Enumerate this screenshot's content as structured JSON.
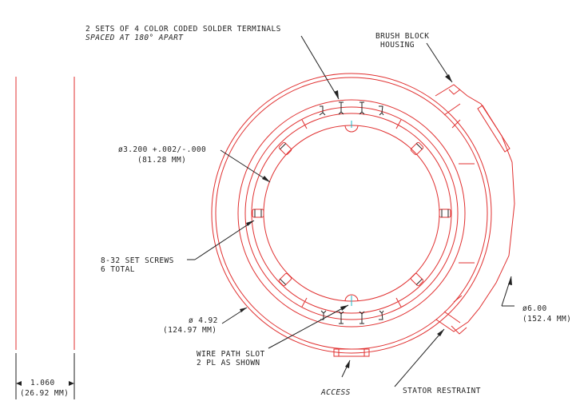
{
  "drawing": {
    "annotations": {
      "terminals_line1": "2 SETS OF 4 COLOR CODED SOLDER TERMINALS",
      "terminals_line2": "SPACED AT 180° APART",
      "brush_line1": "BRUSH BLOCK",
      "brush_line2": "HOUSING",
      "bore_line1": "ø3.200 +.002/-.000",
      "bore_line2": "(81.28 MM)",
      "screws_line1": "8-32 SET SCREWS",
      "screws_line2": "6 TOTAL",
      "od_line1": "ø 4.92",
      "od_line2": "(124.97 MM)",
      "slot_line1": "WIRE PATH SLOT",
      "slot_line2": "2 PL AS SHOWN",
      "access": "ACCESS",
      "stator": "STATOR RESTRAINT",
      "outer_line1": "ø6.00",
      "outer_line2": "(152.4 MM)",
      "width_line1": "1.060",
      "width_line2": "(26.92 MM)"
    },
    "colors": {
      "outline": "#e03030",
      "centerline": "#18b8c8",
      "leader": "#222222"
    }
  }
}
